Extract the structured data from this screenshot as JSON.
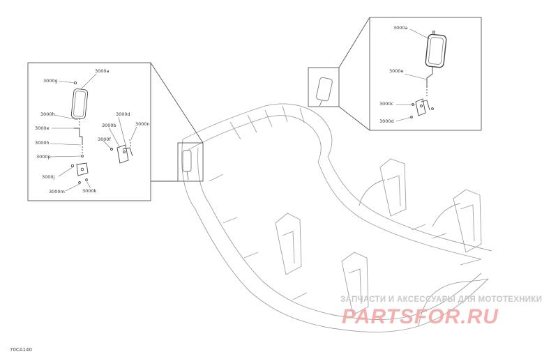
{
  "diagram_code": "70CA140",
  "watermark": {
    "tagline": "ЗАПЧАСТИ И АКСЕССУАРЫ ДЛЯ МОТОТЕХНИКИ",
    "logo": "PARTSFOR.RU"
  },
  "callouts_left": {
    "g": "3000g",
    "a": "3000a",
    "h1": "3000h",
    "e": "3000e",
    "h2": "3000h",
    "p": "3000p",
    "j": "3000j",
    "m": "3000m",
    "k": "3000k",
    "d": "3000d",
    "b": "3000b",
    "n": "3000n",
    "f": "3000f"
  },
  "callouts_right": {
    "a": "3000a",
    "e": "3000e",
    "c": "3000c",
    "d": "3000d"
  },
  "colors": {
    "line": "#555555",
    "frame": "#9a9a9a",
    "watermark_logo": "#f1a3a0"
  }
}
